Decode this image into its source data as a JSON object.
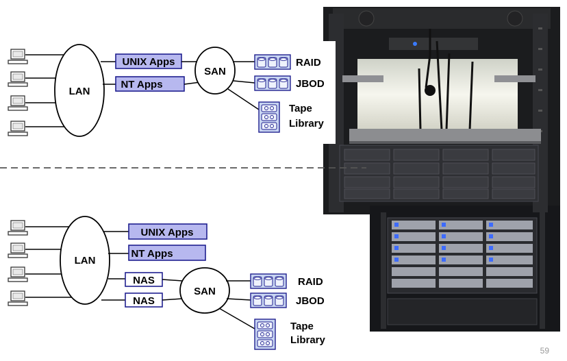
{
  "top": {
    "lan": "LAN",
    "unix_apps": "UNIX Apps",
    "nt_apps": "NT Apps",
    "san": "SAN",
    "raid": "RAID",
    "jbod": "JBOD",
    "tape": "Tape",
    "library": "Library"
  },
  "bottom": {
    "lan": "LAN",
    "unix_apps": "UNIX Apps",
    "nt_apps": "NT Apps",
    "nas_1": "NAS",
    "nas_2": "NAS",
    "san": "SAN",
    "raid": "RAID",
    "jbod": "JBOD",
    "tape": "Tape",
    "library": "Library"
  },
  "page_number": "59",
  "colors": {
    "app_box_fill": "#b7b8ef",
    "app_box_stroke": "#1f1f8f",
    "storage_fill": "#c9d6f2",
    "dashed_divider": "#555555"
  },
  "icons": [
    "computer-icon",
    "disk-array-icon",
    "tape-library-icon",
    "server-rack-photo"
  ]
}
